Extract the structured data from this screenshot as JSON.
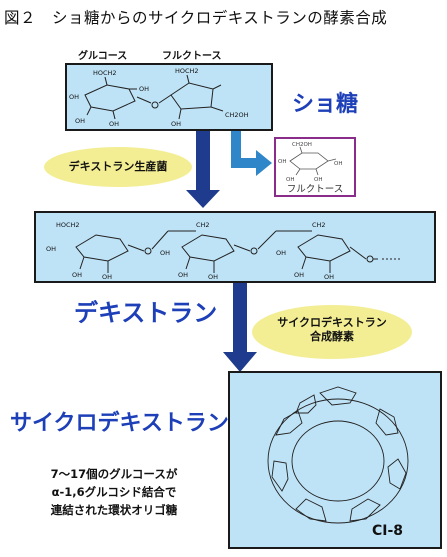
{
  "title": "図２　ショ糖からのサイクロデキストランの酵素合成",
  "sucrose": {
    "label_glucose": "グルコース",
    "label_fructose": "フルクトース",
    "name": "ショ糖",
    "ring_labels": [
      "HOCH2",
      "OH",
      "OH",
      "OH",
      "OH",
      "HOCH2",
      "CH2OH",
      "OH"
    ]
  },
  "enzyme1": "デキストラン生産菌",
  "fructose_product": {
    "name": "フルクトース",
    "ring_labels": [
      "CH2OH",
      "OH",
      "OH",
      "OH",
      "OH"
    ]
  },
  "dextran": {
    "name": "デキストラン",
    "ring_labels": [
      "HOCH2",
      "CH2",
      "CH2",
      "OH",
      "OH",
      "OH",
      "OH",
      "OH",
      "OH",
      "OH",
      "OH",
      "OH"
    ]
  },
  "enzyme2": [
    "サイクロデキストラン",
    "合成酵素"
  ],
  "cyclodextran": {
    "name": "サイクロデキストラン",
    "code": "CI-8"
  },
  "description": [
    "7～17個のグルコースが",
    "α-1,6グルコシド結合で",
    "連結された環状オリゴ糖"
  ],
  "colors": {
    "box_fill": "#bfe3f6",
    "arrow_navy": "#1f3b8e",
    "arrow_light": "#2f86c8",
    "label_blue": "#1d3fb8",
    "ellipse": "#f3ee94",
    "fructose_frame": "#8a2c8a"
  }
}
